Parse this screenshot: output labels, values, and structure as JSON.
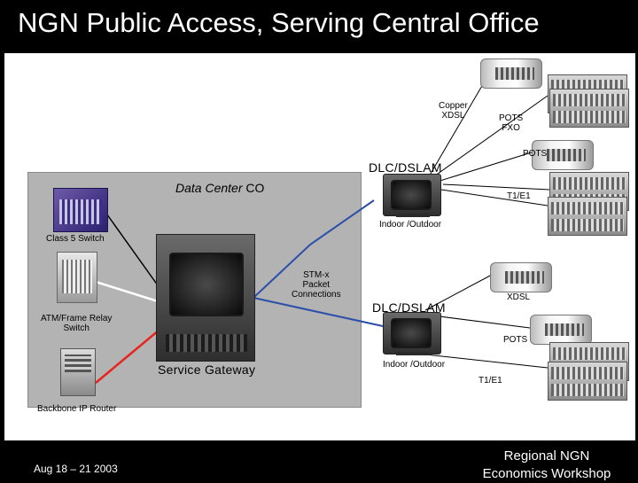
{
  "title": "NGN Public Access, Serving Central Office",
  "data_center": {
    "label_prefix": "Data Center ",
    "label_suffix": "CO",
    "class5_switch": "Class 5 Switch",
    "atm_switch_line1": "ATM/Frame Relay",
    "atm_switch_line2": "Switch",
    "backbone_router": "Backbone IP Router",
    "service_gateway": "Service Gateway"
  },
  "stm": {
    "line1": "STM-x",
    "line2": "Packet",
    "line3": "Connections"
  },
  "dslam_top": {
    "name": "DLC/DSLAM",
    "location": "Indoor /Outdoor",
    "copper_line1": "Copper",
    "copper_line2": "XDSL",
    "pots_fxo_line1": "POTS",
    "pots_fxo_line2": "FXO",
    "pots": "POTS",
    "t1e1": "T1/E1"
  },
  "dslam_bottom": {
    "name": "DLC/DSLAM",
    "location": "Indoor /Outdoor",
    "xdsl": "XDSL",
    "pots": "POTS",
    "t1e1": "T1/E1"
  },
  "footer": {
    "date": "Aug 18 – 21 2003",
    "event_line1": "Regional NGN",
    "event_line2": "Economics Workshop"
  },
  "colors": {
    "slide_bg": "#ffffff",
    "title_bg": "#000000",
    "dc_panel": "#b3b3b3",
    "blue_link": "#2b4fa8",
    "red_link": "#e8231e",
    "white_link": "#ffffff",
    "black_link": "#000000"
  }
}
